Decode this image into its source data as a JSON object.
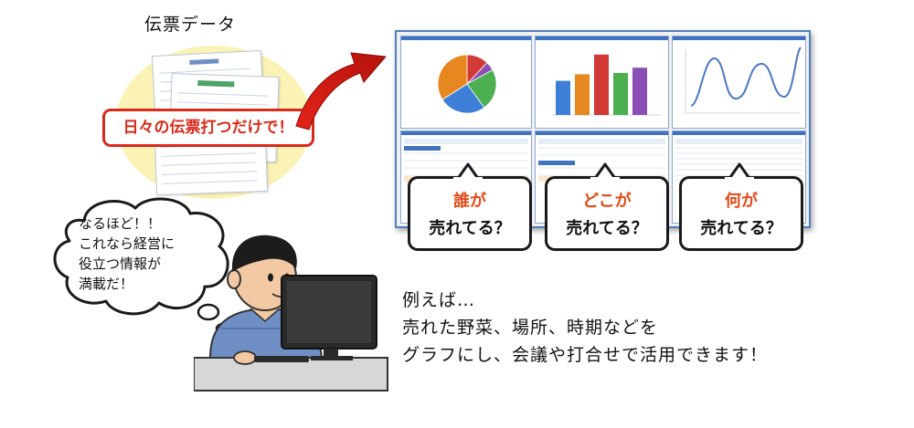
{
  "slips": {
    "title": "伝票データ",
    "callout": "日々の伝票打つだけで！"
  },
  "questions": [
    {
      "line1": "誰が",
      "line2": "売れてる？"
    },
    {
      "line1": "どこが",
      "line2": "売れてる？"
    },
    {
      "line1": "何が",
      "line2": "売れてる？"
    }
  ],
  "thought": {
    "lines": [
      "なるほど！！",
      "これなら経営に",
      "役立つ情報が",
      "満載だ！"
    ]
  },
  "description": {
    "lines": [
      "例えば…",
      "売れた野菜、場所、時期などを",
      "グラフにし、会議や打合せで活用できます！"
    ]
  },
  "colors": {
    "accent_red": "#d92a1a",
    "question_orange": "#e34a18",
    "dashboard_blue": "#3f73c2",
    "circle_yellow": "#fbf3b5"
  },
  "dashboard_bars": [
    {
      "color": "#3d7fd6",
      "value": 0.52
    },
    {
      "color": "#e6871f",
      "value": 0.62
    },
    {
      "color": "#d23a35",
      "value": 0.92
    },
    {
      "color": "#4caf50",
      "value": 0.64
    },
    {
      "color": "#8a4fb4",
      "value": 0.72
    }
  ],
  "dashboard_pie": [
    {
      "color": "#d23a35",
      "fraction": 0.12
    },
    {
      "color": "#8a4fb4",
      "fraction": 0.05
    },
    {
      "color": "#4caf50",
      "fraction": 0.23
    },
    {
      "color": "#3d7fd6",
      "fraction": 0.26
    },
    {
      "color": "#e6871f",
      "fraction": 0.34
    }
  ]
}
